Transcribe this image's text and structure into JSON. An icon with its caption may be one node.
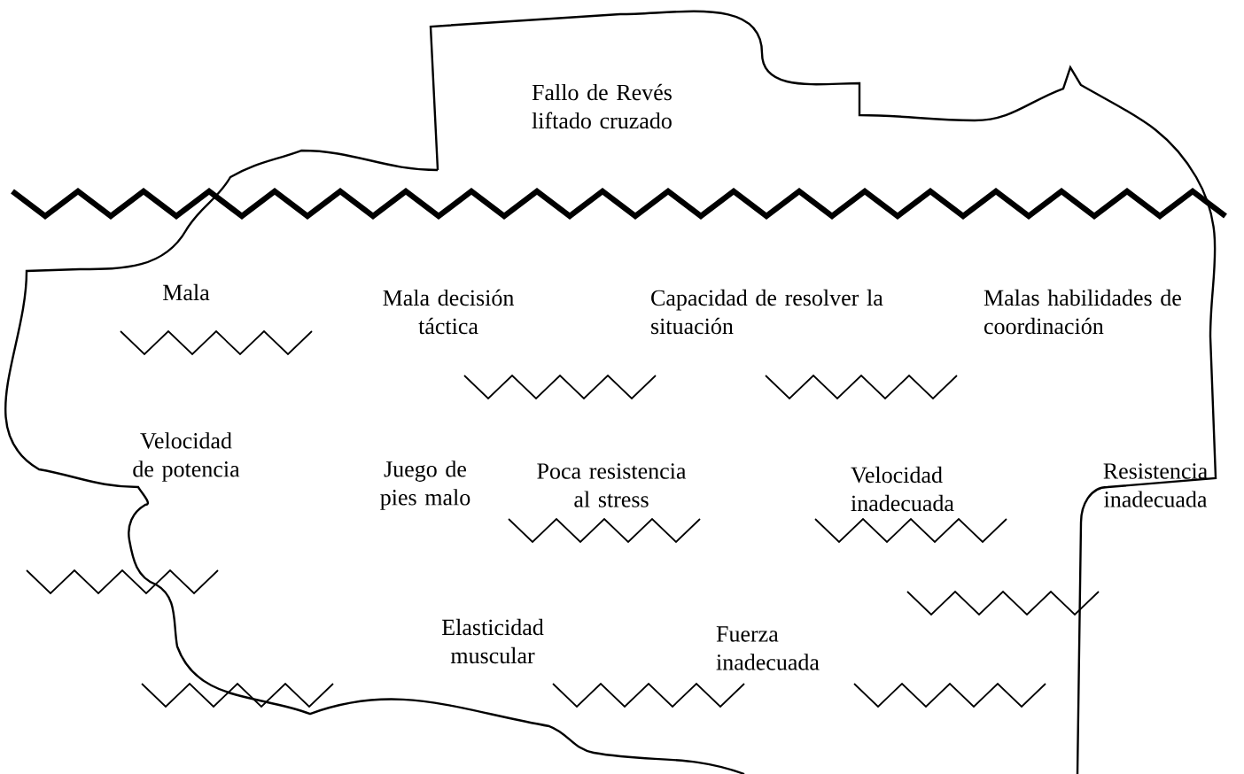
{
  "diagram": {
    "title": "Fallo de Revés liftado cruzado",
    "labels": [
      "Mala",
      "Mala decisión táctica",
      "Capacidad de resolver la situación",
      "Malas habilidades de coordinación",
      "Velocidad de potencia",
      "Juego de pies malo",
      "Poca resistencia al stress",
      "Velocidad inadecuada",
      "Resistencia inadecuada",
      "Elasticidad muscular",
      "Fuerza inadecuada"
    ]
  }
}
